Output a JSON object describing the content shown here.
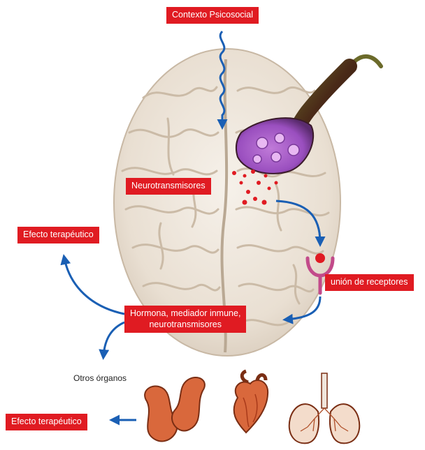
{
  "labels": {
    "context": "Contexto Psicosocial",
    "neurotransmitters": "Neurotransmisores",
    "therapeutic_effect_top": "Efecto terapéutico",
    "receptor_binding": "unión de receptores",
    "hormone_line1": "Hormona, mediador inmune,",
    "hormone_line2": "neurotransmisores",
    "other_organs": "Otros órganos",
    "therapeutic_effect_bottom": "Efecto terapéutico"
  },
  "icons": [
    "brain-icon",
    "neuron-terminal-icon",
    "receptor-icon",
    "kidneys-icon",
    "heart-icon",
    "lungs-icon"
  ],
  "colors": {
    "label_bg": "#e01b22",
    "arrow": "#1a5fb4",
    "brain": "#efe7dc",
    "organ": "#d9683c"
  }
}
